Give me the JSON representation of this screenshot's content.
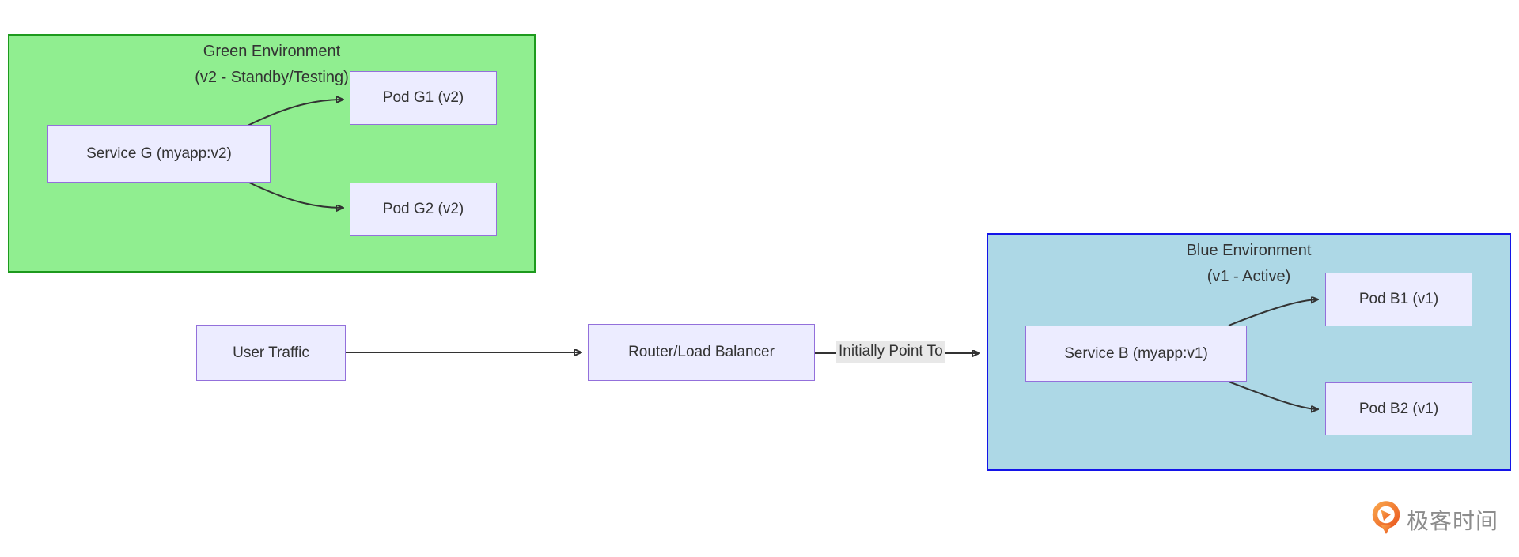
{
  "diagram_type": "flowchart",
  "clusters": {
    "green": {
      "title": "Green Environment",
      "subtitle": "(v2 - Standby/Testing)",
      "fill": "#90EE90",
      "border": "#1D9A1D"
    },
    "blue": {
      "title": "Blue Environment",
      "subtitle": "(v1 - Active)",
      "fill": "#ADD8E6",
      "border": "#1414E8"
    }
  },
  "nodes": {
    "service_g": {
      "label": "Service G (myapp:v2)"
    },
    "pod_g1": {
      "label": "Pod G1 (v2)"
    },
    "pod_g2": {
      "label": "Pod G2 (v2)"
    },
    "user_traffic": {
      "label": "User Traffic"
    },
    "router": {
      "label": "Router/Load Balancer"
    },
    "service_b": {
      "label": "Service B (myapp:v1)"
    },
    "pod_b1": {
      "label": "Pod B1 (v1)"
    },
    "pod_b2": {
      "label": "Pod B2 (v1)"
    }
  },
  "edges": {
    "user_traffic_to_router": {
      "label": ""
    },
    "router_to_service_b": {
      "label": "Initially Point To"
    },
    "service_g_to_pod_g1": {
      "label": ""
    },
    "service_g_to_pod_g2": {
      "label": ""
    },
    "service_b_to_pod_b1": {
      "label": ""
    },
    "service_b_to_pod_b2": {
      "label": ""
    }
  },
  "node_style": {
    "fill": "#ECECFF",
    "border": "#9370DB",
    "text_color": "#333333"
  },
  "edge_style": {
    "color": "#333333",
    "label_bg": "#E8E8E8"
  },
  "logo": {
    "text": "极客时间",
    "icon": "geektime-logo-icon",
    "icon_color_start": "#F9A34A",
    "icon_color_end": "#EA5B21",
    "text_color": "#8C8C8C"
  }
}
